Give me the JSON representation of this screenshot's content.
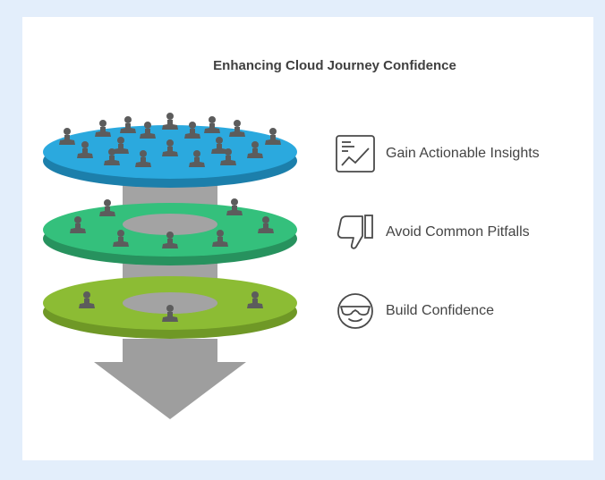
{
  "title": "Enhancing Cloud Journey Confidence",
  "items": [
    {
      "label": "Gain Actionable Insights",
      "icon": "chart-insight-icon"
    },
    {
      "label": "Avoid Common Pitfalls",
      "icon": "thumbs-down-icon"
    },
    {
      "label": "Build Confidence",
      "icon": "cool-face-icon"
    }
  ],
  "colors": {
    "page_bg": "#e3eefb",
    "card_bg": "#ffffff",
    "layer_top": "#2ba9de",
    "layer_middle": "#34c07c",
    "layer_bottom": "#8cbc34",
    "column": "#a3a3a3",
    "person": "#5c5c5c"
  }
}
